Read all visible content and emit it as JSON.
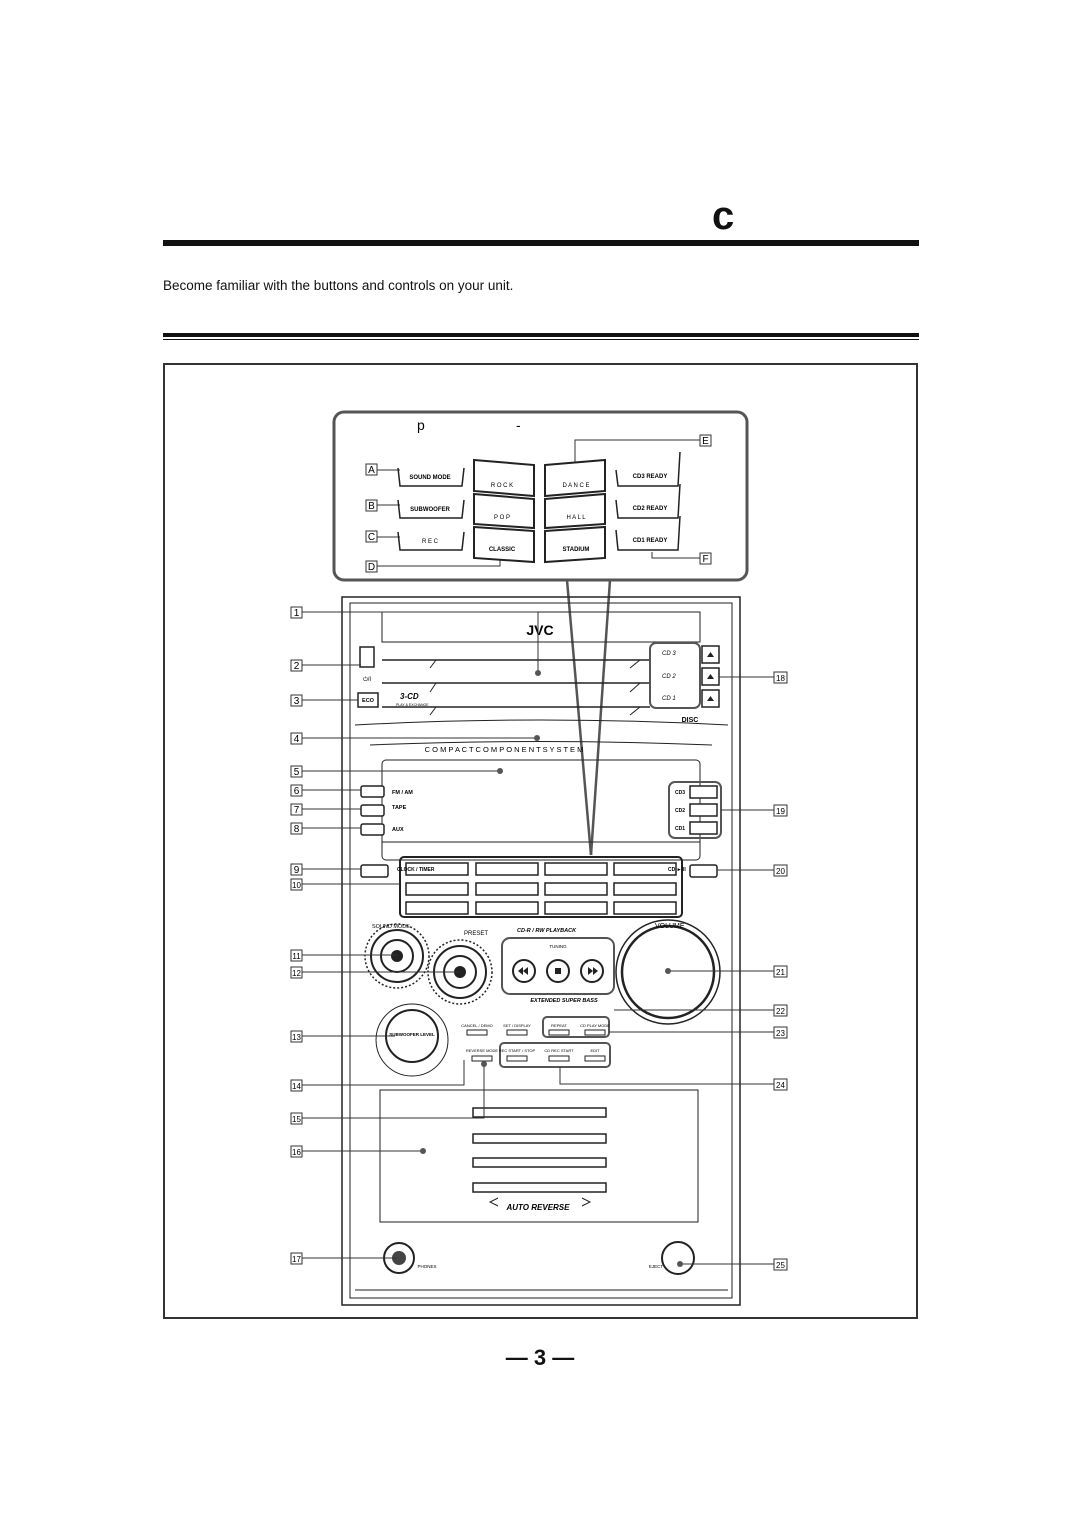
{
  "page": {
    "header_letter": "c",
    "intro": "Become familiar with the buttons and controls on your unit.",
    "page_number": "— 3 —"
  },
  "inset": {
    "title_left": "p",
    "title_dash": "-",
    "callouts_left": [
      "A",
      "B",
      "C",
      "D"
    ],
    "callouts_right": [
      "E",
      "F"
    ],
    "col1": [
      "SOUND MODE",
      "SUBWOOFER",
      "R E C"
    ],
    "col2": [
      "R O C K",
      "P O P",
      "CLASSIC"
    ],
    "col3": [
      "D A N C E",
      "H A L L",
      "STADIUM"
    ],
    "col4": [
      "CD3 READY",
      "CD2 READY",
      "CD1 READY"
    ]
  },
  "unit": {
    "brand": "JVC",
    "system_name": "C O M P A C T   C O M P O N E N T   S Y S T E M",
    "power": "⏻/I",
    "eco": "ECO",
    "three_cd": "3-CD",
    "play_exchange": "PLAY & EXCHANGE",
    "cd_trays": [
      "CD 3",
      "CD 2",
      "CD 1"
    ],
    "disc_logo": "DISC",
    "source_buttons": [
      "FM / AM",
      "TAPE",
      "AUX"
    ],
    "cd_buttons": [
      "CD3",
      "CD2",
      "CD1"
    ],
    "clock_timer": "CLOCK / TIMER",
    "cd_play": "CD ►/II",
    "sound_mode": "SOUND MODE",
    "preset": "PRESET",
    "cdrw_playback": "CD-R / RW  PLAYBACK",
    "tuning": "TUNING",
    "volume": "VOLUME",
    "extended_bass": "EXTENDED SUPER BASS",
    "subwoofer_level": "SUBWOOFER LEVEL",
    "bottom_buttons_row1": [
      "CANCEL / DEMO",
      "SET / DISPLAY",
      "REPEAT",
      "CD PLAY MODE"
    ],
    "bottom_buttons_row2": [
      "REVERSE MODE",
      "REC START / STOP",
      "CD REC START",
      "EDIT"
    ],
    "auto_reverse": "AUTO REVERSE",
    "phones": "PHONES",
    "eject": "EJECT"
  },
  "callouts": {
    "left": [
      "1",
      "2",
      "3",
      "4",
      "5",
      "6",
      "7",
      "8",
      "9",
      "10",
      "11",
      "12",
      "13",
      "14",
      "15",
      "16",
      "17"
    ],
    "right": [
      "18",
      "19",
      "20",
      "21",
      "22",
      "23",
      "24",
      "25"
    ]
  }
}
